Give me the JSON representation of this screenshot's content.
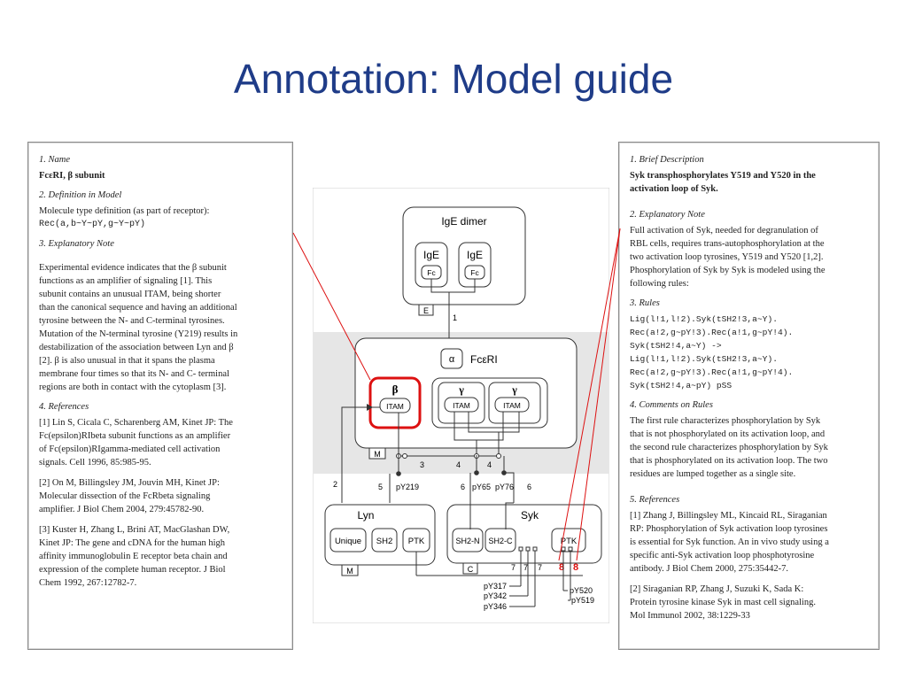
{
  "slide": {
    "title": "Annotation: Model guide"
  },
  "left_panel": {
    "s1_heading": "1. Name",
    "s1_name": "FcεRI, β subunit",
    "s2_heading": "2. Definition in Model",
    "s2_text": "Molecule type definition (as part of receptor):",
    "s2_code": "Rec(a,b~Y~pY,g~Y~pY)",
    "s3_heading": "3. Explanatory Note",
    "s3_lines": [
      "Experimental evidence indicates that the β subunit",
      "functions as an amplifier of signaling [1]. This",
      "subunit contains an unusual ITAM, being shorter",
      "than the canonical sequence and having an additional",
      "tyrosine between the N- and C-terminal tyrosines.",
      "Mutation of the N-terminal tyrosine (Y219) results in",
      "destabilization of the association between Lyn and β",
      "[2]. β is also unusual in that it spans the plasma",
      "membrane four times so that its N- and C- terminal",
      "regions are both in contact with the cytoplasm [3]."
    ],
    "s4_heading": "4. References",
    "refs": [
      [
        "[1] Lin S, Cicala C, Scharenberg AM, Kinet JP: The",
        "Fc(epsilon)RIbeta subunit functions as an amplifier",
        "of Fc(epsilon)RIgamma-mediated cell activation",
        "signals. Cell 1996, 85:985-95."
      ],
      [
        "[2] On M, Billingsley JM, Jouvin MH, Kinet JP:",
        "Molecular dissection of the FcRbeta signaling",
        "amplifier. J Biol Chem 2004, 279:45782-90."
      ],
      [
        "[3] Kuster H, Zhang L, Brini AT, MacGlashan DW,",
        "Kinet JP: The gene and cDNA for the human high",
        "affinity immunoglobulin E receptor beta chain and",
        "expression of the complete human receptor. J Biol",
        "Chem 1992, 267:12782-7."
      ]
    ]
  },
  "right_panel": {
    "s1_heading": "1. Brief Description",
    "s1_lines": [
      "Syk transphosphorylates Y519 and Y520 in the",
      "activation loop of Syk."
    ],
    "s2_heading": "2. Explanatory Note",
    "s2_lines": [
      "Full activation of Syk, needed for degranulation of",
      "RBL cells, requires trans-autophosphorylation at the",
      "two activation loop tyrosines, Y519 and Y520 [1,2].",
      "Phosphorylation of Syk by Syk is modeled using the",
      "following rules:"
    ],
    "s3_heading": "3. Rules",
    "rules": [
      "Lig(l!1,l!2).Syk(tSH2!3,a~Y).",
      "Rec(a!2,g~pY!3).Rec(a!1,g~pY!4).",
      "Syk(tSH2!4,a~Y) ->",
      "Lig(l!1,l!2).Syk(tSH2!3,a~Y).",
      "Rec(a!2,g~pY!3).Rec(a!1,g~pY!4).",
      "Syk(tSH2!4,a~pY) pSS"
    ],
    "s4_heading": "4. Comments on Rules",
    "s4_lines": [
      "The first rule characterizes phosphorylation by Syk",
      "that is not phosphorylated on its activation loop, and",
      "the second rule characterizes phosphorylation by Syk",
      "that is phosphorylated on its activation loop. The two",
      "residues are lumped together as a single site."
    ],
    "s5_heading": "5. References",
    "refs": [
      [
        "[1] Zhang J, Billingsley ML, Kincaid RL, Siraganian",
        "RP: Phosphorylation of Syk activation loop tyrosines",
        "is essential for Syk function. An in vivo study using a",
        "specific anti-Syk activation loop phosphotyrosine",
        "antibody. J Biol Chem 2000, 275:35442-7."
      ],
      [
        "[2] Siraganian RP, Zhang J, Suzuki K, Sada K:",
        "Protein tyrosine kinase Syk in mast cell signaling.",
        "Mol Immunol 2002, 38:1229-33"
      ]
    ]
  },
  "diagram": {
    "ige_dimer": "IgE dimer",
    "ige": "IgE",
    "fc": "Fc",
    "e_label": "E",
    "link_1": "1",
    "alpha": "α",
    "fceri": "FcεRI",
    "beta": "β",
    "gamma": "γ",
    "itam": "ITAM",
    "m_label": "M",
    "c_label": "C",
    "n2": "2",
    "n3": "3",
    "n4": "4",
    "n5": "5",
    "n6": "6",
    "n7": "7",
    "n8": "8",
    "py219": "pY219",
    "py65": "pY65",
    "py76": "pY76",
    "lyn": "Lyn",
    "unique": "Unique",
    "sh2": "SH2",
    "ptk": "PTK",
    "syk": "Syk",
    "sh2n": "SH2-N",
    "sh2c": "SH2-C",
    "py317": "pY317",
    "py342": "pY342",
    "py346": "pY346",
    "py520": "pY520",
    "py519": "pY519",
    "colors": {
      "title": "#1f3c88",
      "highlight": "#dd1111",
      "membrane": "#e6e6e6"
    }
  }
}
